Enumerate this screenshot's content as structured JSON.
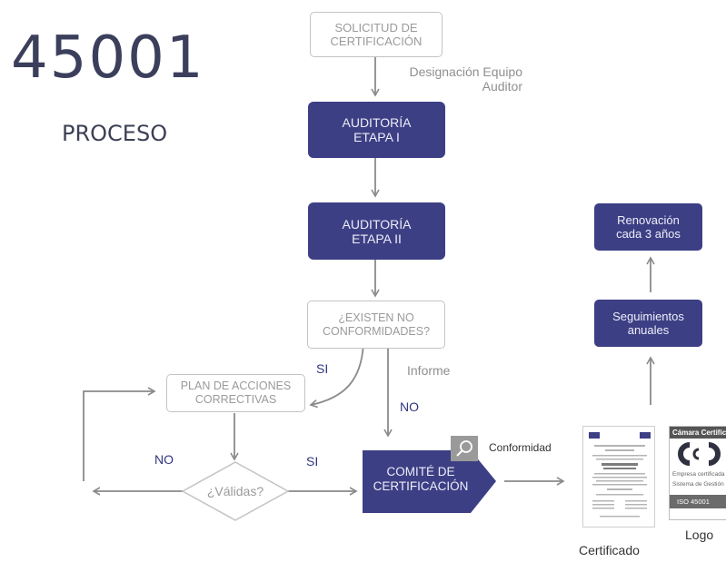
{
  "title": {
    "number": "45001",
    "subtitle": "PROCESO"
  },
  "nodes": {
    "solicitud": "SOLICITUD DE CERTIFICACIÓN",
    "designacion": "Designación Equipo Auditor",
    "etapa1": "AUDITORÍA ETAPA I",
    "etapa2": "AUDITORÍA ETAPA II",
    "existen": "¿EXISTEN NO CONFORMIDADES?",
    "plan": "PLAN DE ACCIONES CORRECTIVAS",
    "validas": "¿Válidas?",
    "comite": "COMITÉ DE CERTIFICACIÓN",
    "seguimientos": "Seguimientos anuales",
    "renovacion": "Renovación cada 3 años"
  },
  "edge_labels": {
    "si_1": "SI",
    "no_1": "NO",
    "informe": "Informe",
    "no_2": "NO",
    "si_2": "SI",
    "conformidad": "Conformidad"
  },
  "outputs": {
    "certificado": "Certificado",
    "logo": "Logo",
    "logo_card": {
      "header": "Cámara Certific",
      "line1": "Empresa certificada",
      "line2": "Sistema de Gestión",
      "badge": "ISO 45001"
    }
  },
  "colors": {
    "navy": "#3d3f85",
    "gray_border": "#c3c3c3",
    "arrow": "#8a8a8a"
  },
  "icons": [
    "search-icon",
    "arrow-down-icon",
    "arrow-up-icon",
    "arrow-right-icon",
    "arrow-left-icon"
  ]
}
